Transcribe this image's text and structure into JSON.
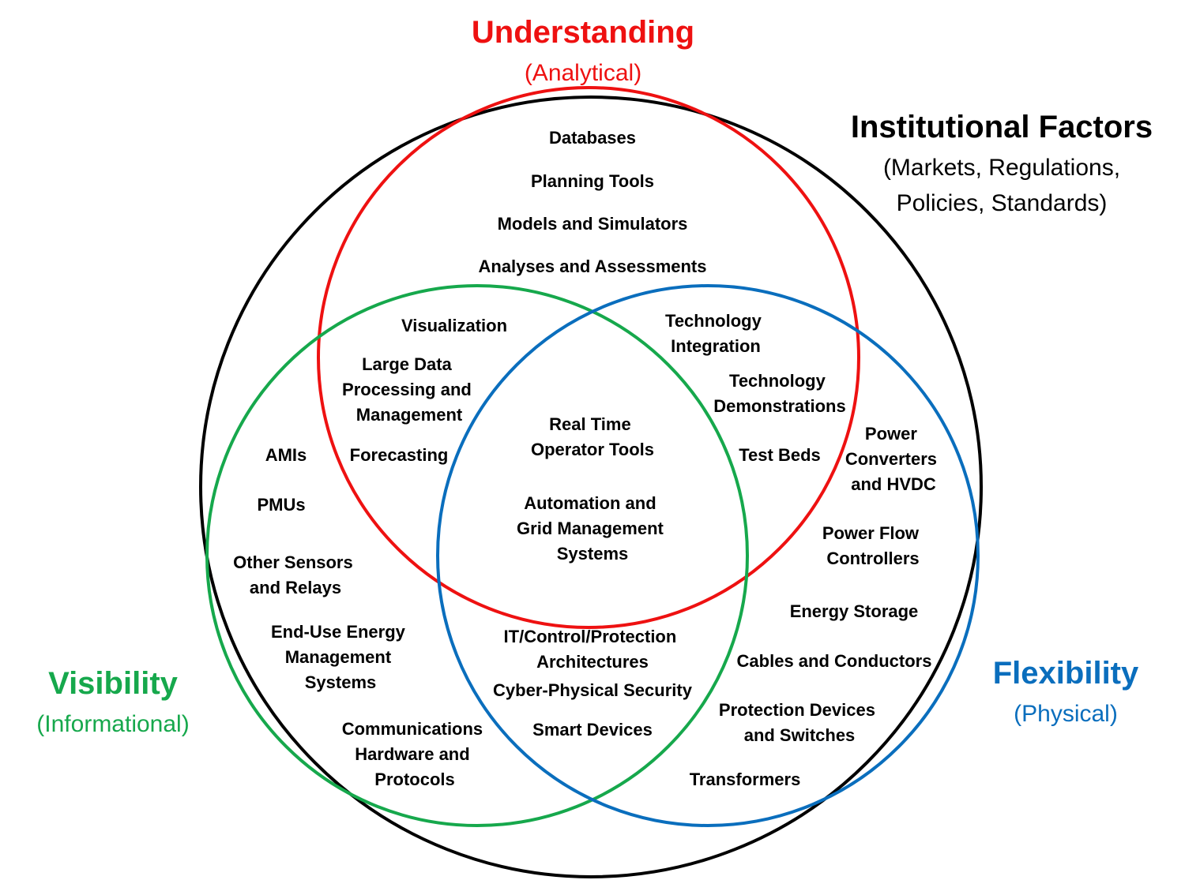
{
  "colors": {
    "understanding": "#ee1111",
    "visibility": "#16a84c",
    "flexibility": "#0a6ebd",
    "institutional": "#000000"
  },
  "titles": {
    "understanding": {
      "title": "Understanding",
      "subtitle": "(Analytical)"
    },
    "visibility": {
      "title": "Visibility",
      "subtitle": "(Informational)"
    },
    "flexibility": {
      "title": "Flexibility",
      "subtitle": "(Physical)"
    },
    "institutional": {
      "title": "Institutional Factors",
      "subtitle_line1": "(Markets, Regulations,",
      "subtitle_line2": "Policies, Standards)"
    }
  },
  "items": {
    "databases": "Databases",
    "planning_tools": "Planning Tools",
    "models_simulators": "Models and Simulators",
    "analyses_assessments": "Analyses and Assessments",
    "visualization": "Visualization",
    "large_data": [
      "Large Data",
      "Processing and",
      "Management"
    ],
    "forecasting": "Forecasting",
    "technology_integration": [
      "Technology",
      "Integration"
    ],
    "technology_demonstrations": [
      "Technology",
      "Demonstrations"
    ],
    "test_beds": "Test Beds",
    "real_time_operator_tools": [
      "Real Time",
      "Operator Tools"
    ],
    "automation_grid": [
      "Automation and",
      "Grid Management",
      "Systems"
    ],
    "amis": "AMIs",
    "pmus": "PMUs",
    "other_sensors": [
      "Other Sensors",
      "and Relays"
    ],
    "end_use_energy": [
      "End-Use Energy",
      "Management",
      "Systems"
    ],
    "communications": [
      "Communications",
      "Hardware and",
      "Protocols"
    ],
    "it_control": [
      "IT/Control/Protection",
      "Architectures"
    ],
    "cyber_physical": "Cyber-Physical Security",
    "smart_devices": "Smart Devices",
    "power_converters": [
      "Power",
      "Converters",
      "and HVDC"
    ],
    "power_flow": [
      "Power Flow",
      "Controllers"
    ],
    "energy_storage": "Energy Storage",
    "cables_conductors": "Cables and Conductors",
    "protection_devices": [
      "Protection Devices",
      "and Switches"
    ],
    "transformers": "Transformers"
  }
}
